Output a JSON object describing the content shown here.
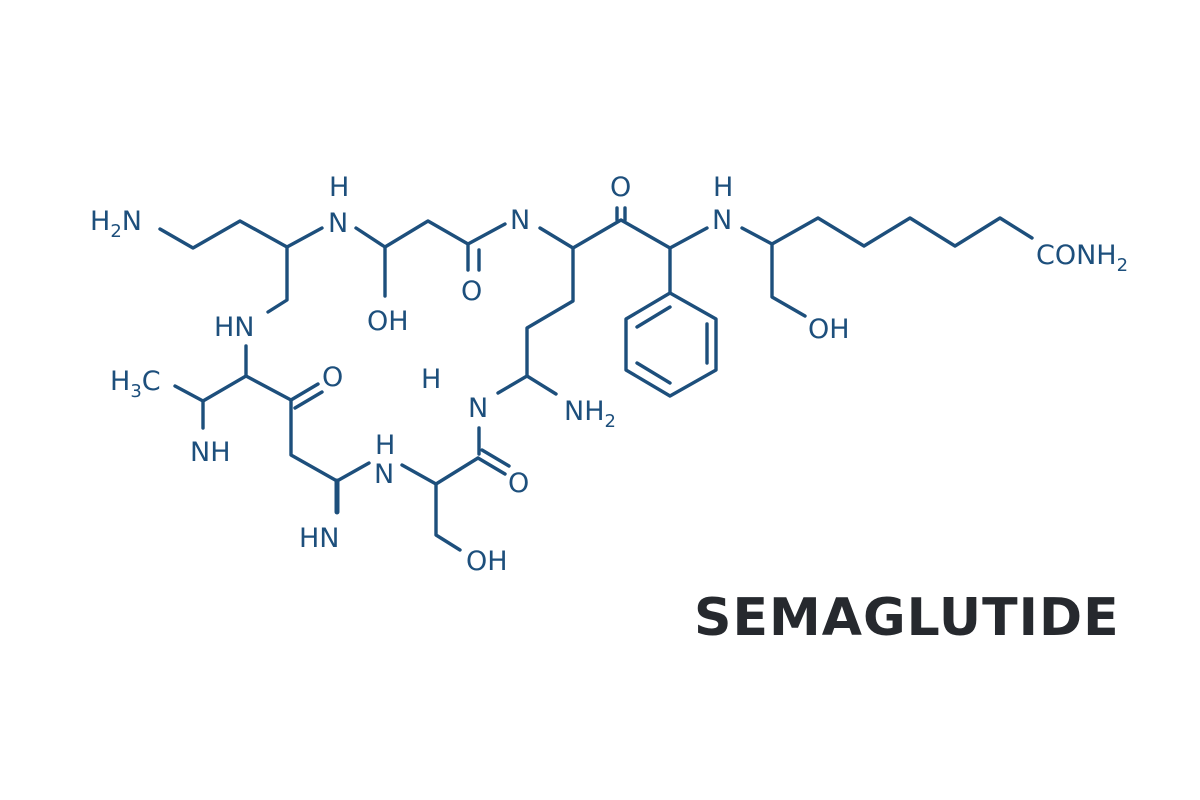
{
  "title": "SEMAGLUTIDE",
  "colors": {
    "structure": "#1d4f7c",
    "title": "#26292e",
    "background": "#ffffff"
  },
  "atoms": {
    "h2n_left": "H",
    "h2n_left_sub": "2",
    "h2n_left_n": "N",
    "n_top1": "N",
    "h_top1": "H",
    "oh_top": "OH",
    "o_amide1": "O",
    "n_top2": "N",
    "o_ketone_top": "O",
    "n_top3": "N",
    "h_top3": "H",
    "conh2": "CONH",
    "conh2_sub": "2",
    "oh_right": "OH",
    "hn_left": "HN",
    "h3c": "H",
    "h3c_sub": "3",
    "h3c_c": "C",
    "o_ketone_left": "O",
    "nh_left": "NH",
    "h_mid": "H",
    "n_mid": "N",
    "nh2_mid": "NH",
    "nh2_mid_sub": "2",
    "hn_bottom": "HN",
    "n_bottom": "N",
    "h_bottom": "H",
    "o_amide_bottom": "O",
    "oh_bottom": "OH"
  }
}
